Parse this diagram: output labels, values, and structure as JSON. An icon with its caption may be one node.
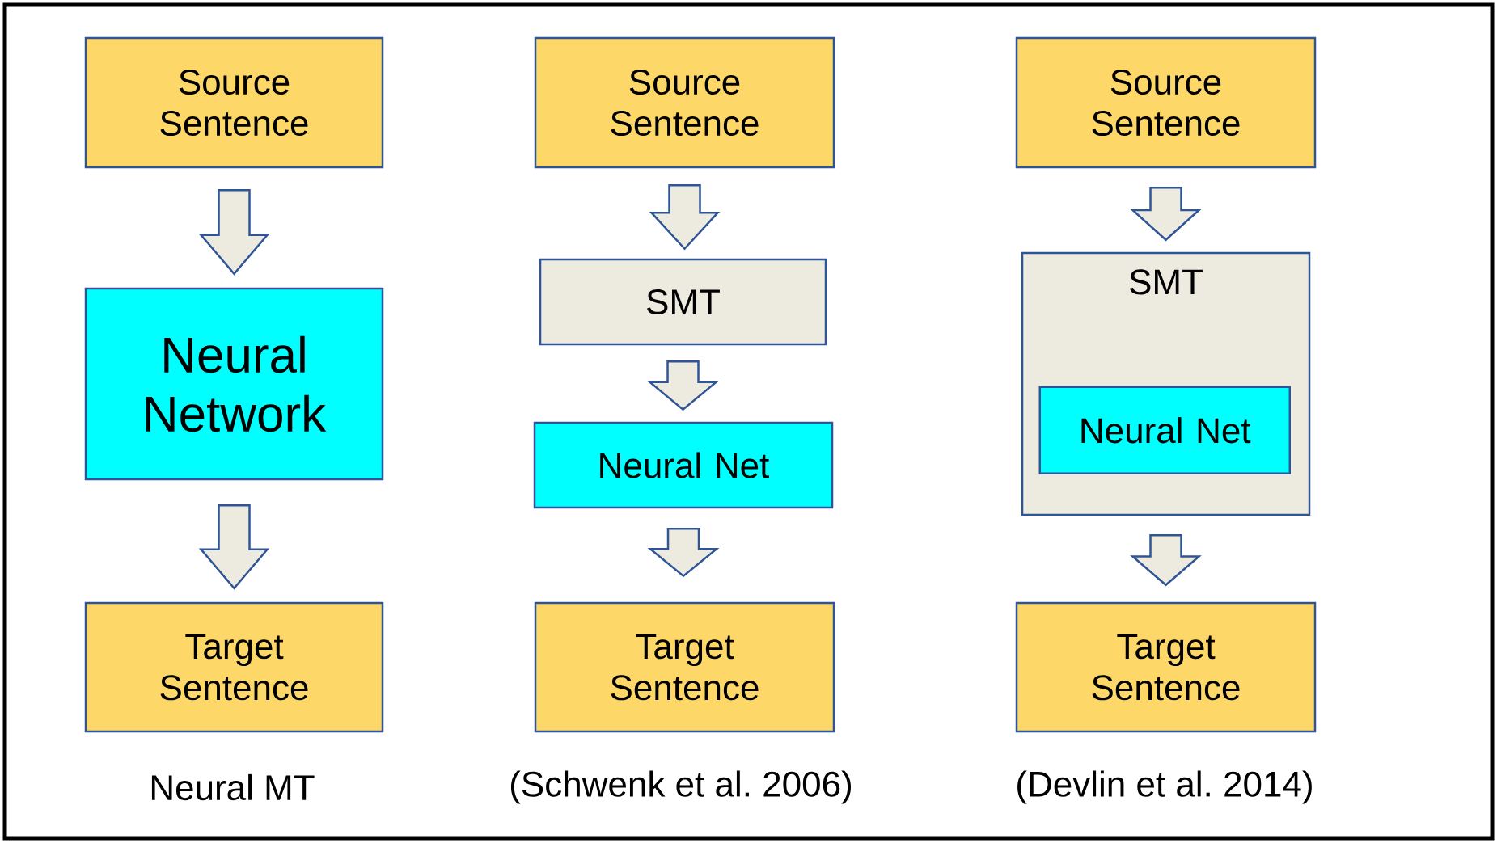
{
  "diagram": {
    "nodes": [
      {
        "text": [
          "Source Sentence"
        ]
      },
      {
        "text": [
          "Neural Network"
        ]
      },
      {
        "text": [
          "Target Sentence"
        ]
      },
      {
        "text": [
          "Source Sentence"
        ]
      },
      {
        "text": [
          "SMT"
        ]
      },
      {
        "text": [
          "Neural Net"
        ]
      },
      {
        "text": [
          "Target Sentence"
        ]
      },
      {
        "text": [
          "Source Sentence"
        ]
      },
      {
        "text": [
          "SMT"
        ]
      },
      {
        "text": [
          "Neural Net"
        ],
        "in": 8
      },
      {
        "text": [
          "Target Sentence"
        ]
      }
    ],
    "edges": [
      {
        "from": 0,
        "to": 1,
        "arrow": "to"
      },
      {
        "from": 1,
        "to": 2,
        "arrow": "to"
      },
      {
        "from": 3,
        "to": 4,
        "arrow": "to"
      },
      {
        "from": 4,
        "to": 5,
        "arrow": "to"
      },
      {
        "from": 5,
        "to": 6,
        "arrow": "to"
      },
      {
        "from": 7,
        "to": 8,
        "arrow": "to"
      },
      {
        "from": 8,
        "to": 10,
        "arrow": "to"
      }
    ],
    "labels": [
      "Neural MT",
      "(Schwenk et al. 2006)",
      "(Devlin et al. 2014)"
    ]
  }
}
